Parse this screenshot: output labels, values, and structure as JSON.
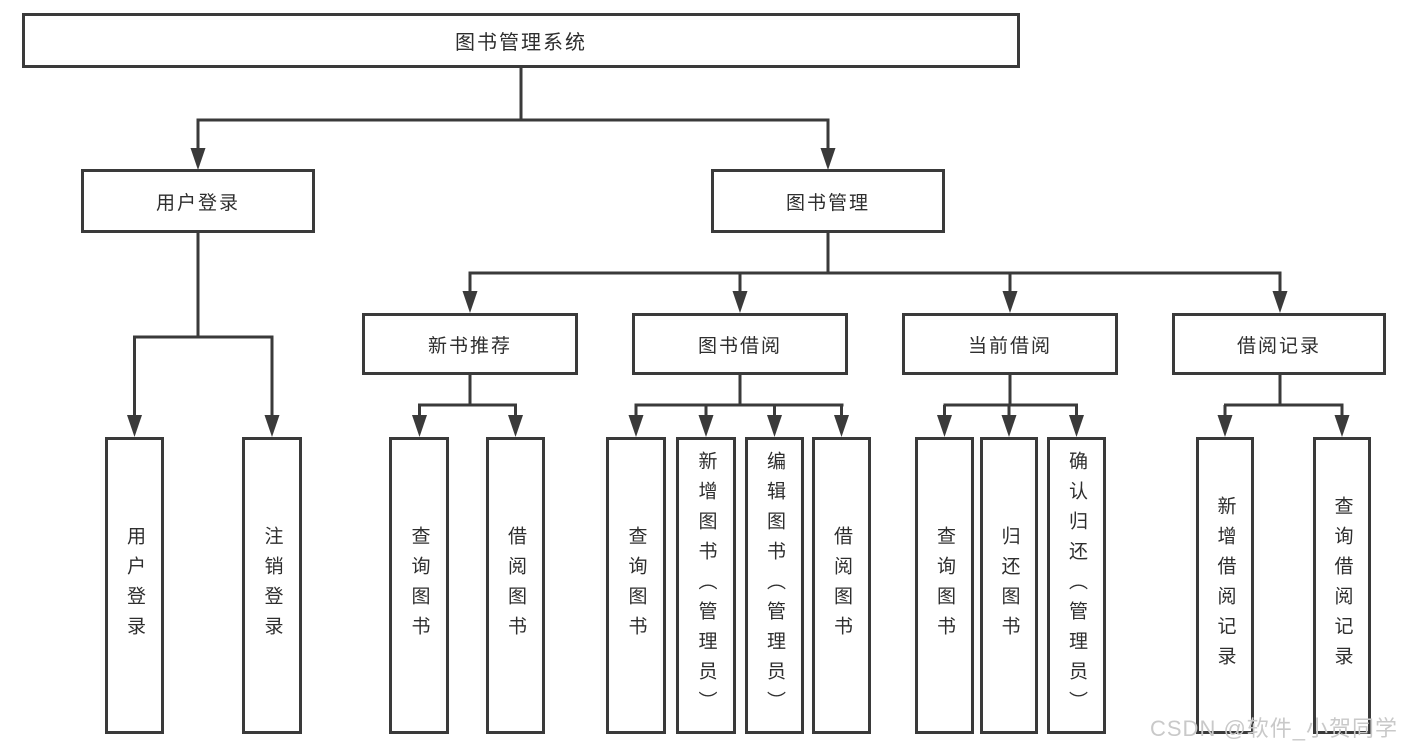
{
  "diagram": {
    "root": "图书管理系统",
    "branches": [
      {
        "label": "用户登录",
        "leaves": [
          "用户登录",
          "注销登录"
        ]
      },
      {
        "label": "图书管理",
        "children": [
          {
            "label": "新书推荐",
            "leaves": [
              "查询图书",
              "借阅图书"
            ]
          },
          {
            "label": "图书借阅",
            "leaves": [
              "查询图书",
              "新增图书（管理员）",
              "编辑图书（管理员）",
              "借阅图书"
            ]
          },
          {
            "label": "当前借阅",
            "leaves": [
              "查询图书",
              "归还图书",
              "确认归还（管理员）"
            ]
          },
          {
            "label": "借阅记录",
            "leaves": [
              "新增借阅记录",
              "查询借阅记录"
            ]
          }
        ]
      }
    ]
  },
  "watermark": "CSDN @软件_小贺同学",
  "colors": {
    "line": "#3a3a3a",
    "text": "#2e2e2e",
    "watermark": "#c9c9c9",
    "background": "#ffffff"
  }
}
